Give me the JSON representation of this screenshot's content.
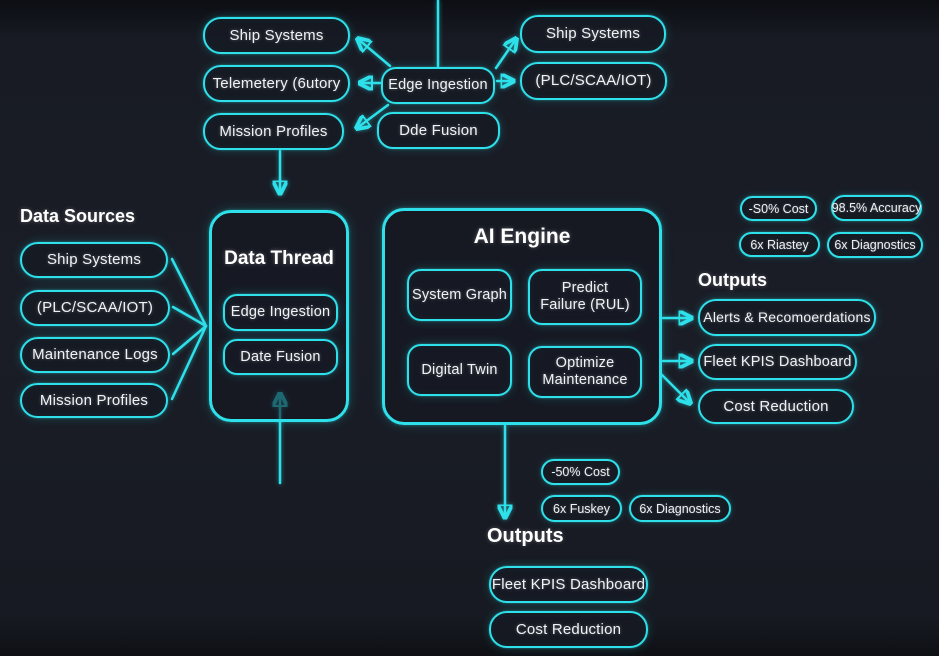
{
  "colors": {
    "background": "#1a1d26",
    "accent": "#2ee0ea",
    "node_fill": "#161a23",
    "text": "#f0f3f6"
  },
  "top_flow": {
    "ship_systems_left": "Ship Systems",
    "telemetry": "Telemetery (6utory",
    "mission_profiles": "Mission Profiles",
    "edge_ingestion": "Edge Ingestion",
    "data_fusion": "Dde Fusion",
    "ship_systems_right": "Ship Systems",
    "plc_scada": "(PLC/SCAA/IOT)"
  },
  "data_sources": {
    "heading": "Data Sources",
    "items": [
      "Ship Systems",
      "(PLC/SCAA/IOT)",
      "Maintenance Logs",
      "Mission Profiles"
    ]
  },
  "data_thread": {
    "title": "Data Thread",
    "items": [
      "Edge Ingestion",
      "Date Fusion"
    ]
  },
  "ai_engine": {
    "title": "AI Engine",
    "modules": [
      "System Graph",
      "Predict Failure (RUL)",
      "Digital Twin",
      "Optimize Maintenance"
    ]
  },
  "metrics_top": [
    "-S0% Cost",
    "98.5% Accuracy",
    "6x Riastey",
    "6x Diagnostics"
  ],
  "outputs_right": {
    "heading": "Outputs",
    "items": [
      "Alerts & Recomoerdations",
      "Fleet KPIS Dashboard",
      "Cost Reduction"
    ]
  },
  "metrics_bottom": [
    "-50% Cost",
    "6x Fuskey",
    "6x Diagnostics"
  ],
  "outputs_bottom": {
    "heading": "Outputs",
    "items": [
      "Fleet KPIS Dashboard",
      "Cost Reduction"
    ]
  }
}
